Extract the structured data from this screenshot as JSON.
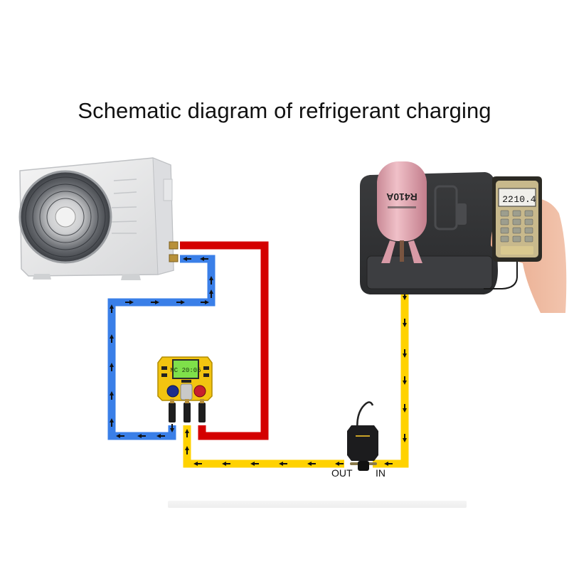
{
  "title": "Schematic diagram of refrigerant charging",
  "components": {
    "outdoor_unit": {
      "name": "Outdoor AC condenser unit",
      "icon": "ac-outdoor-unit-icon"
    },
    "manifold_gauge": {
      "name": "Digital manifold gauge",
      "display_text": "MC 20:05",
      "icon": "manifold-gauge-icon"
    },
    "refrigerant_cylinder": {
      "name": "Refrigerant cylinder",
      "label": "R410A",
      "icon": "refrigerant-cylinder-icon"
    },
    "charging_scale": {
      "name": "Refrigerant charging scale",
      "display_left": "22",
      "display_right": "10.4",
      "icon": "charging-scale-icon"
    },
    "filter_drier": {
      "name": "Filter / drier",
      "out_label": "OUT",
      "in_label": "IN",
      "icon": "filter-drier-icon"
    }
  },
  "lines": {
    "red": {
      "color": "#d40000",
      "name": "High-pressure line"
    },
    "blue": {
      "color": "#3a7fe8",
      "name": "Low-pressure line"
    },
    "yellow": {
      "color": "#ffd200",
      "name": "Charging line"
    }
  },
  "colors": {
    "background": "#ffffff",
    "title_text": "#111111",
    "arrow": "#111111"
  }
}
